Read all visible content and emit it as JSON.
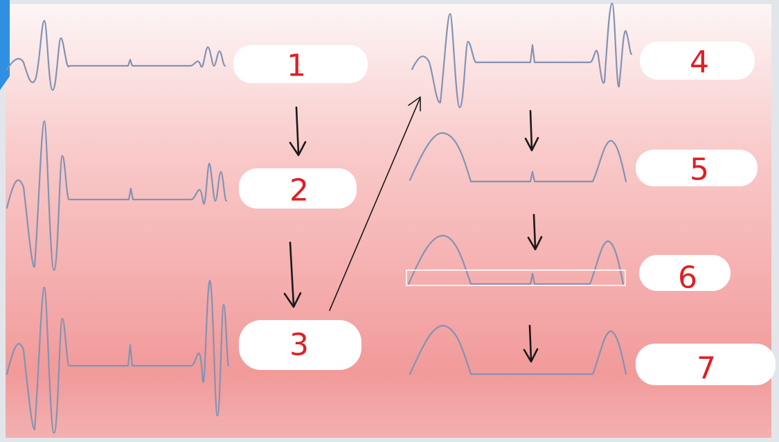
{
  "steps": [
    {
      "label": "1"
    },
    {
      "label": "2"
    },
    {
      "label": "3"
    },
    {
      "label": "4"
    },
    {
      "label": "5"
    },
    {
      "label": "6"
    },
    {
      "label": "7"
    }
  ],
  "colors": {
    "background_top": "#fdf3f3",
    "background_bottom": "#f29a9a",
    "waveform": "#8293b3",
    "number": "#e01e23",
    "pill": "#ffffff",
    "arrow": "#1a1a1a",
    "accent_corner": "#2f8fe0"
  }
}
